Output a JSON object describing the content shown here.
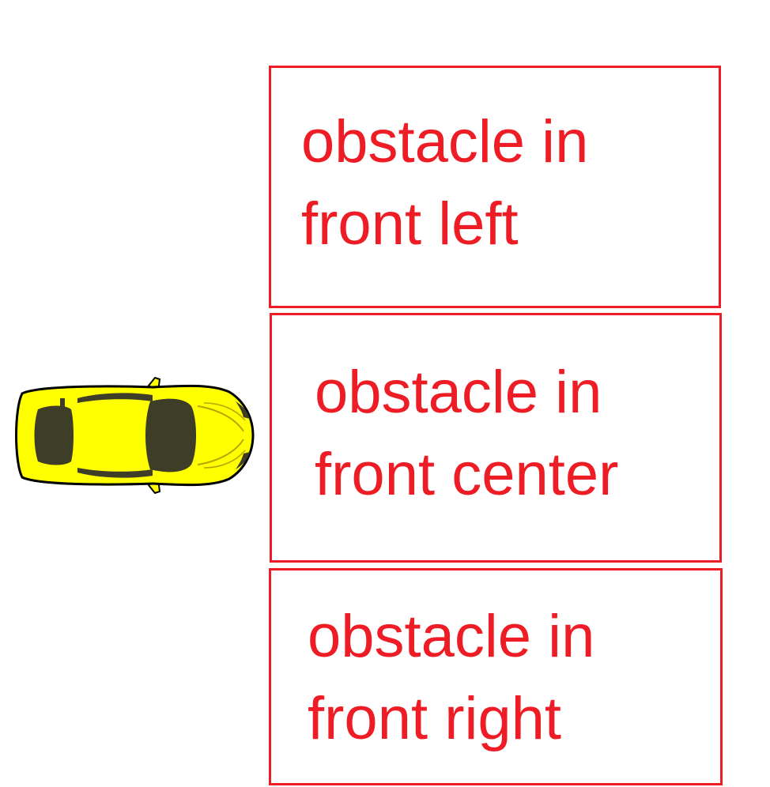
{
  "colors": {
    "accent": "#ee1c24",
    "car_body": "#ffff00",
    "car_windows": "#3d3d28"
  },
  "car": {
    "icon": "car-top-view-icon",
    "direction": "facing right"
  },
  "zones": [
    {
      "line1": "obstacle in",
      "line2": "front left"
    },
    {
      "line1": "obstacle in",
      "line2": "front center"
    },
    {
      "line1": "obstacle in",
      "line2": "front right"
    }
  ]
}
